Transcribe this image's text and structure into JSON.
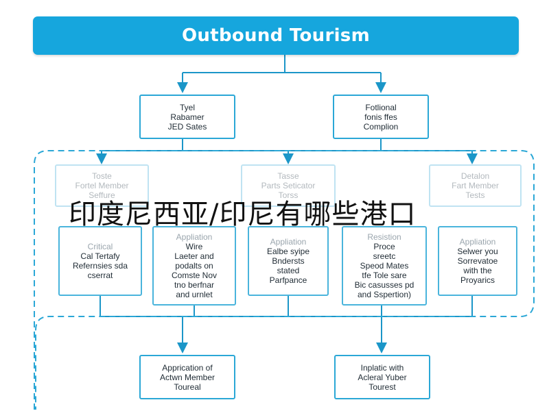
{
  "title": "Outbound Tourism",
  "overlay_caption": "印度尼西亚/印尼有哪些港口",
  "colors": {
    "accent": "#16a6dd",
    "box_border": "#2aa7d6",
    "faded_border": "#bfe3f2"
  },
  "level2": {
    "left": [
      "Tyel",
      "Rabamer",
      "JED Sates"
    ],
    "right": [
      "Fotlional",
      "fonis ffes",
      "Complion"
    ]
  },
  "level3": {
    "left": [
      "Toste",
      "Fortel Member",
      "Seffure"
    ],
    "middle": [
      "Tasse",
      "Parts Seticator",
      "Torss"
    ],
    "right": [
      "Detalon",
      "Fart Member",
      "Tests"
    ]
  },
  "level4": [
    {
      "head": "Critical",
      "lines": [
        "Cal Tertafy",
        "Refernsies sda",
        "cserrat"
      ]
    },
    {
      "head": "Appliation",
      "lines": [
        "Wire",
        "Laeter and",
        "podalts on",
        "Comste Nov",
        "tno berfnar",
        "and urnlet"
      ]
    },
    {
      "head": "Appliation",
      "lines": [
        "Ealbe syipe",
        "Bndersts",
        "stated",
        "Parfpance"
      ]
    },
    {
      "head": "Resistion",
      "lines": [
        "Proce",
        "sreetc",
        "Speod Mates",
        "tfe Tole sare",
        "Bic casusses pd",
        "and Sspertion)"
      ]
    },
    {
      "head": "Appliation",
      "lines": [
        "Selwer you",
        "Sorrevatoe",
        "with the",
        "Proyarics"
      ]
    }
  ],
  "level5": {
    "left": [
      "Apprication of",
      "Actwn Member",
      "Toureal"
    ],
    "right": [
      "Inplatic with",
      "Acleral Yuber",
      "Tourest"
    ]
  }
}
